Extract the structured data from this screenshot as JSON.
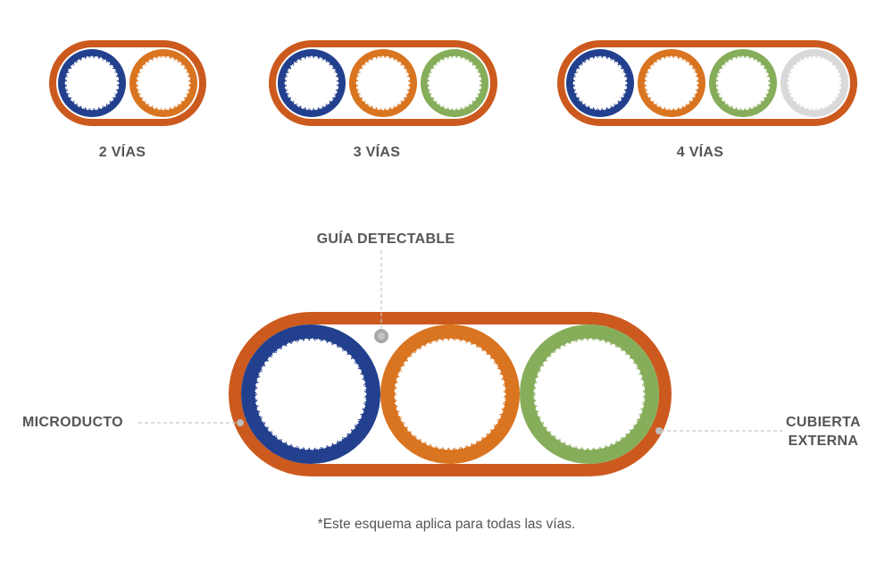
{
  "variants": [
    {
      "label": "2 VÍAS",
      "ducts": [
        "blue",
        "orange"
      ]
    },
    {
      "label": "3 VÍAS",
      "ducts": [
        "blue",
        "orange",
        "green"
      ]
    },
    {
      "label": "4 VÍAS",
      "ducts": [
        "blue",
        "orange",
        "green",
        "gray"
      ]
    }
  ],
  "detail": {
    "ducts": [
      "blue",
      "orange",
      "green"
    ],
    "callouts": {
      "guide": "GUÍA DETECTABLE",
      "microduct": "MICRODUCTO",
      "jacket_line1": "CUBIERTA",
      "jacket_line2": "EXTERNA"
    }
  },
  "footnote": "*Este esquema aplica para todas las vías.",
  "colors": {
    "jacket": "#cc5a1e",
    "blue": "#22408e",
    "orange": "#d97420",
    "green": "#86ad5a",
    "gray": "#d9d9d9",
    "guide": "#a8a8a8",
    "text": "#555555",
    "leader": "#c8c8c8"
  }
}
